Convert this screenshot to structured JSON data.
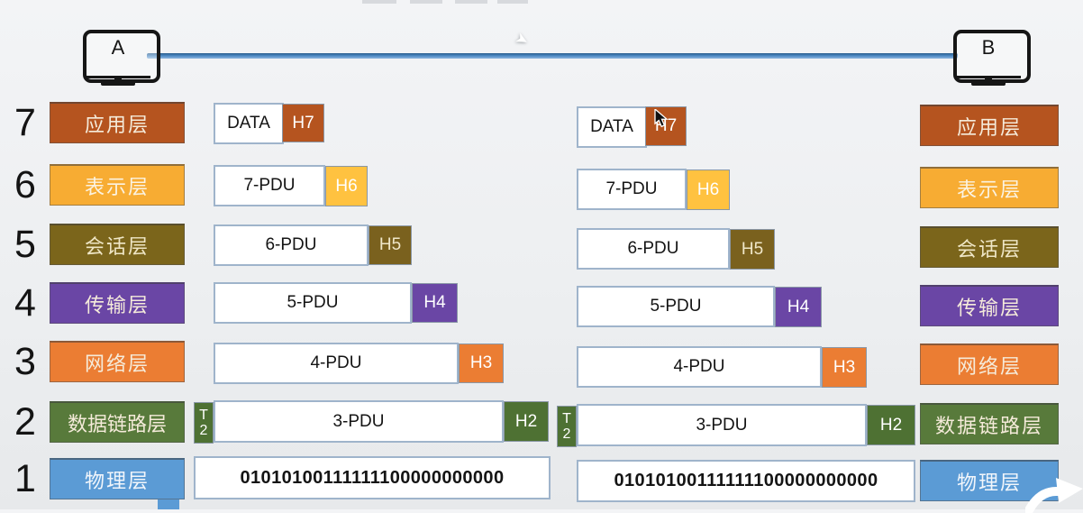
{
  "hosts": {
    "a": "A",
    "b": "B"
  },
  "colors": {
    "brick": "#B5541F",
    "amber": "#F7AC33",
    "amber_header": "#FFC240",
    "olive": "#7B651B",
    "olive_header": "#7A611E",
    "purple": "#6A46A5",
    "orange": "#EB7D33",
    "green": "#587A3B",
    "green_header": "#4E7133",
    "blue": "#5B9BD5",
    "link_line": "#4A86C0",
    "pdu_border": "#9FB4CB",
    "background": "#EFF1F3"
  },
  "layers": [
    {
      "number": "7",
      "name": "应用层",
      "payload": "DATA",
      "header": "H7"
    },
    {
      "number": "6",
      "name": "表示层",
      "payload": "7-PDU",
      "header": "H6"
    },
    {
      "number": "5",
      "name": "会话层",
      "payload": "6-PDU",
      "header": "H5"
    },
    {
      "number": "4",
      "name": "传输层",
      "payload": "5-PDU",
      "header": "H4"
    },
    {
      "number": "3",
      "name": "网络层",
      "payload": "4-PDU",
      "header": "H3"
    },
    {
      "number": "2",
      "name": "数据链路层",
      "payload": "3-PDU",
      "header": "H2",
      "trailer_top": "T",
      "trailer_bottom": "2"
    },
    {
      "number": "1",
      "name": "物理层",
      "payload": "01010100111111100000000000"
    }
  ]
}
